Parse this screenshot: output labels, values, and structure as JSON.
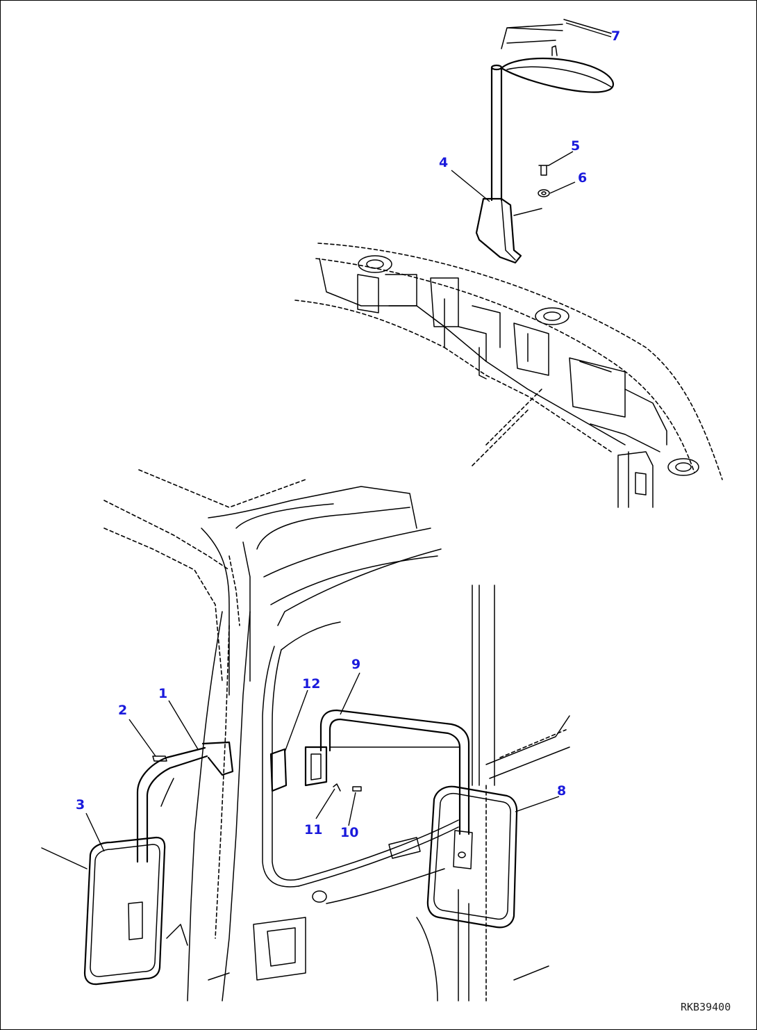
{
  "callouts": {
    "c1": "1",
    "c2": "2",
    "c3": "3",
    "c4": "4",
    "c5": "5",
    "c6": "6",
    "c7": "7",
    "c8": "8",
    "c9": "9",
    "c10": "10",
    "c11": "11",
    "c12": "12"
  },
  "drawing_code": "RKB39400",
  "colors": {
    "callout": "#1a1adc",
    "linework": "#000000"
  }
}
